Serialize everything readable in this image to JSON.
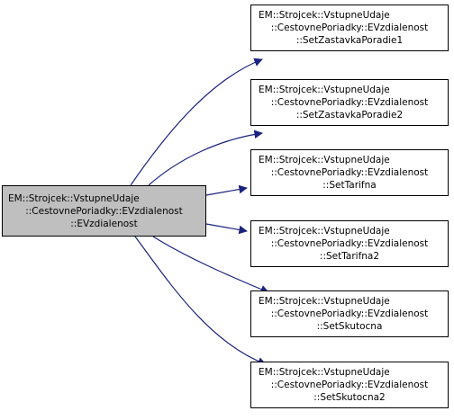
{
  "diagram": {
    "colors": {
      "root_fill": "#bfbfbf",
      "node_fill": "#ffffff",
      "node_border": "#000000",
      "edge": "#1a237e"
    },
    "root": {
      "lines": [
        "EM::Strojcek::VstupneUdaje",
        "::CestovnePoriadky::EVzdialenost",
        "::EVzdialenost"
      ]
    },
    "callees": [
      {
        "lines": [
          "EM::Strojcek::VstupneUdaje",
          "::CestovnePoriadky::EVzdialenost",
          "::SetZastavkaPoradie1"
        ]
      },
      {
        "lines": [
          "EM::Strojcek::VstupneUdaje",
          "::CestovnePoriadky::EVzdialenost",
          "::SetZastavkaPoradie2"
        ]
      },
      {
        "lines": [
          "EM::Strojcek::VstupneUdaje",
          "::CestovnePoriadky::EVzdialenost",
          "::SetTarifna"
        ]
      },
      {
        "lines": [
          "EM::Strojcek::VstupneUdaje",
          "::CestovnePoriadky::EVzdialenost",
          "::SetTarifna2"
        ]
      },
      {
        "lines": [
          "EM::Strojcek::VstupneUdaje",
          "::CestovnePoriadky::EVzdialenost",
          "::SetSkutocna"
        ]
      },
      {
        "lines": [
          "EM::Strojcek::VstupneUdaje",
          "::CestovnePoriadky::EVzdialenost",
          "::SetSkutocna2"
        ]
      }
    ]
  }
}
